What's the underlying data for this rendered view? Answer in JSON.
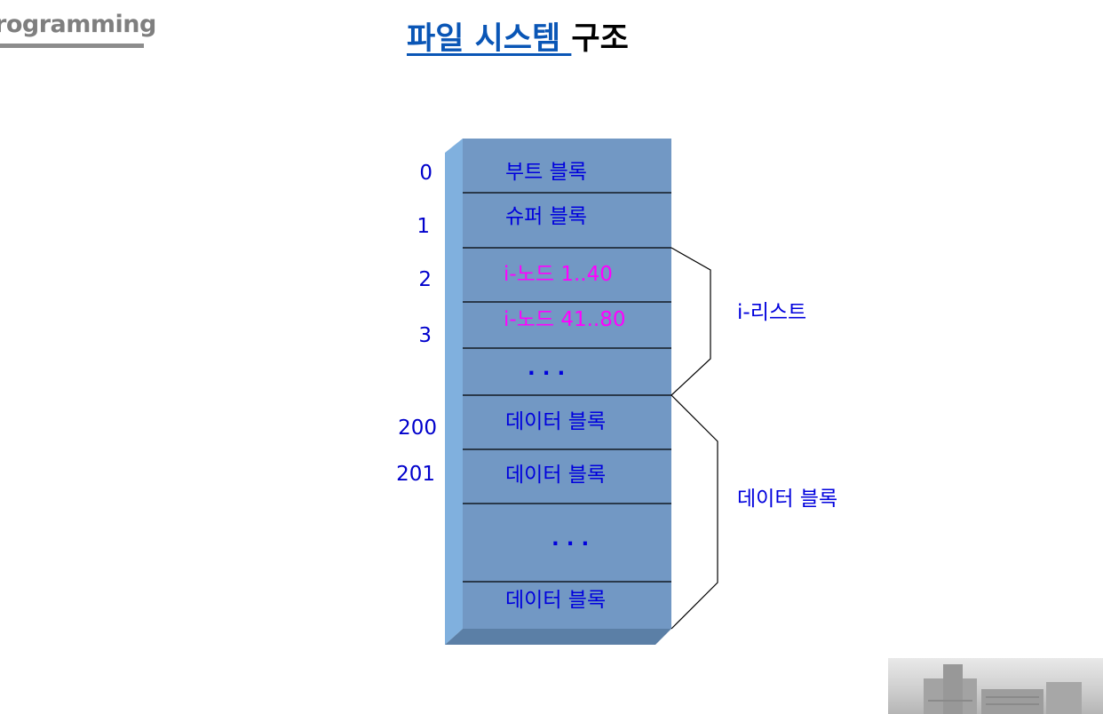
{
  "header": {
    "section_label": "rogramming"
  },
  "title": {
    "linked_part": "파일 시스템 ",
    "rest": "구조"
  },
  "diagram": {
    "block_numbers": [
      "0",
      "1",
      "2",
      "3",
      "200",
      "201"
    ],
    "blocks": [
      {
        "label": "부트 블록"
      },
      {
        "label": "슈퍼 블록"
      },
      {
        "label": "i-노드 1..40"
      },
      {
        "label": "i-노드 41..80"
      },
      {
        "label": ". . ."
      },
      {
        "label": "데이터 블록"
      },
      {
        "label": "데이터 블록"
      },
      {
        "label": ". . ."
      },
      {
        "label": "데이터 블록"
      }
    ],
    "groups": [
      {
        "label": "i-리스트"
      },
      {
        "label": "데이터 블록"
      }
    ]
  },
  "colors": {
    "block_fill": "#7298c4",
    "block_side": "#80b0de",
    "block_bottom": "#5b7fa6",
    "block_text": "#0000dd",
    "inode_text": "#ff00ff",
    "number_text": "#0000cc",
    "title_link": "#0a56b6"
  }
}
